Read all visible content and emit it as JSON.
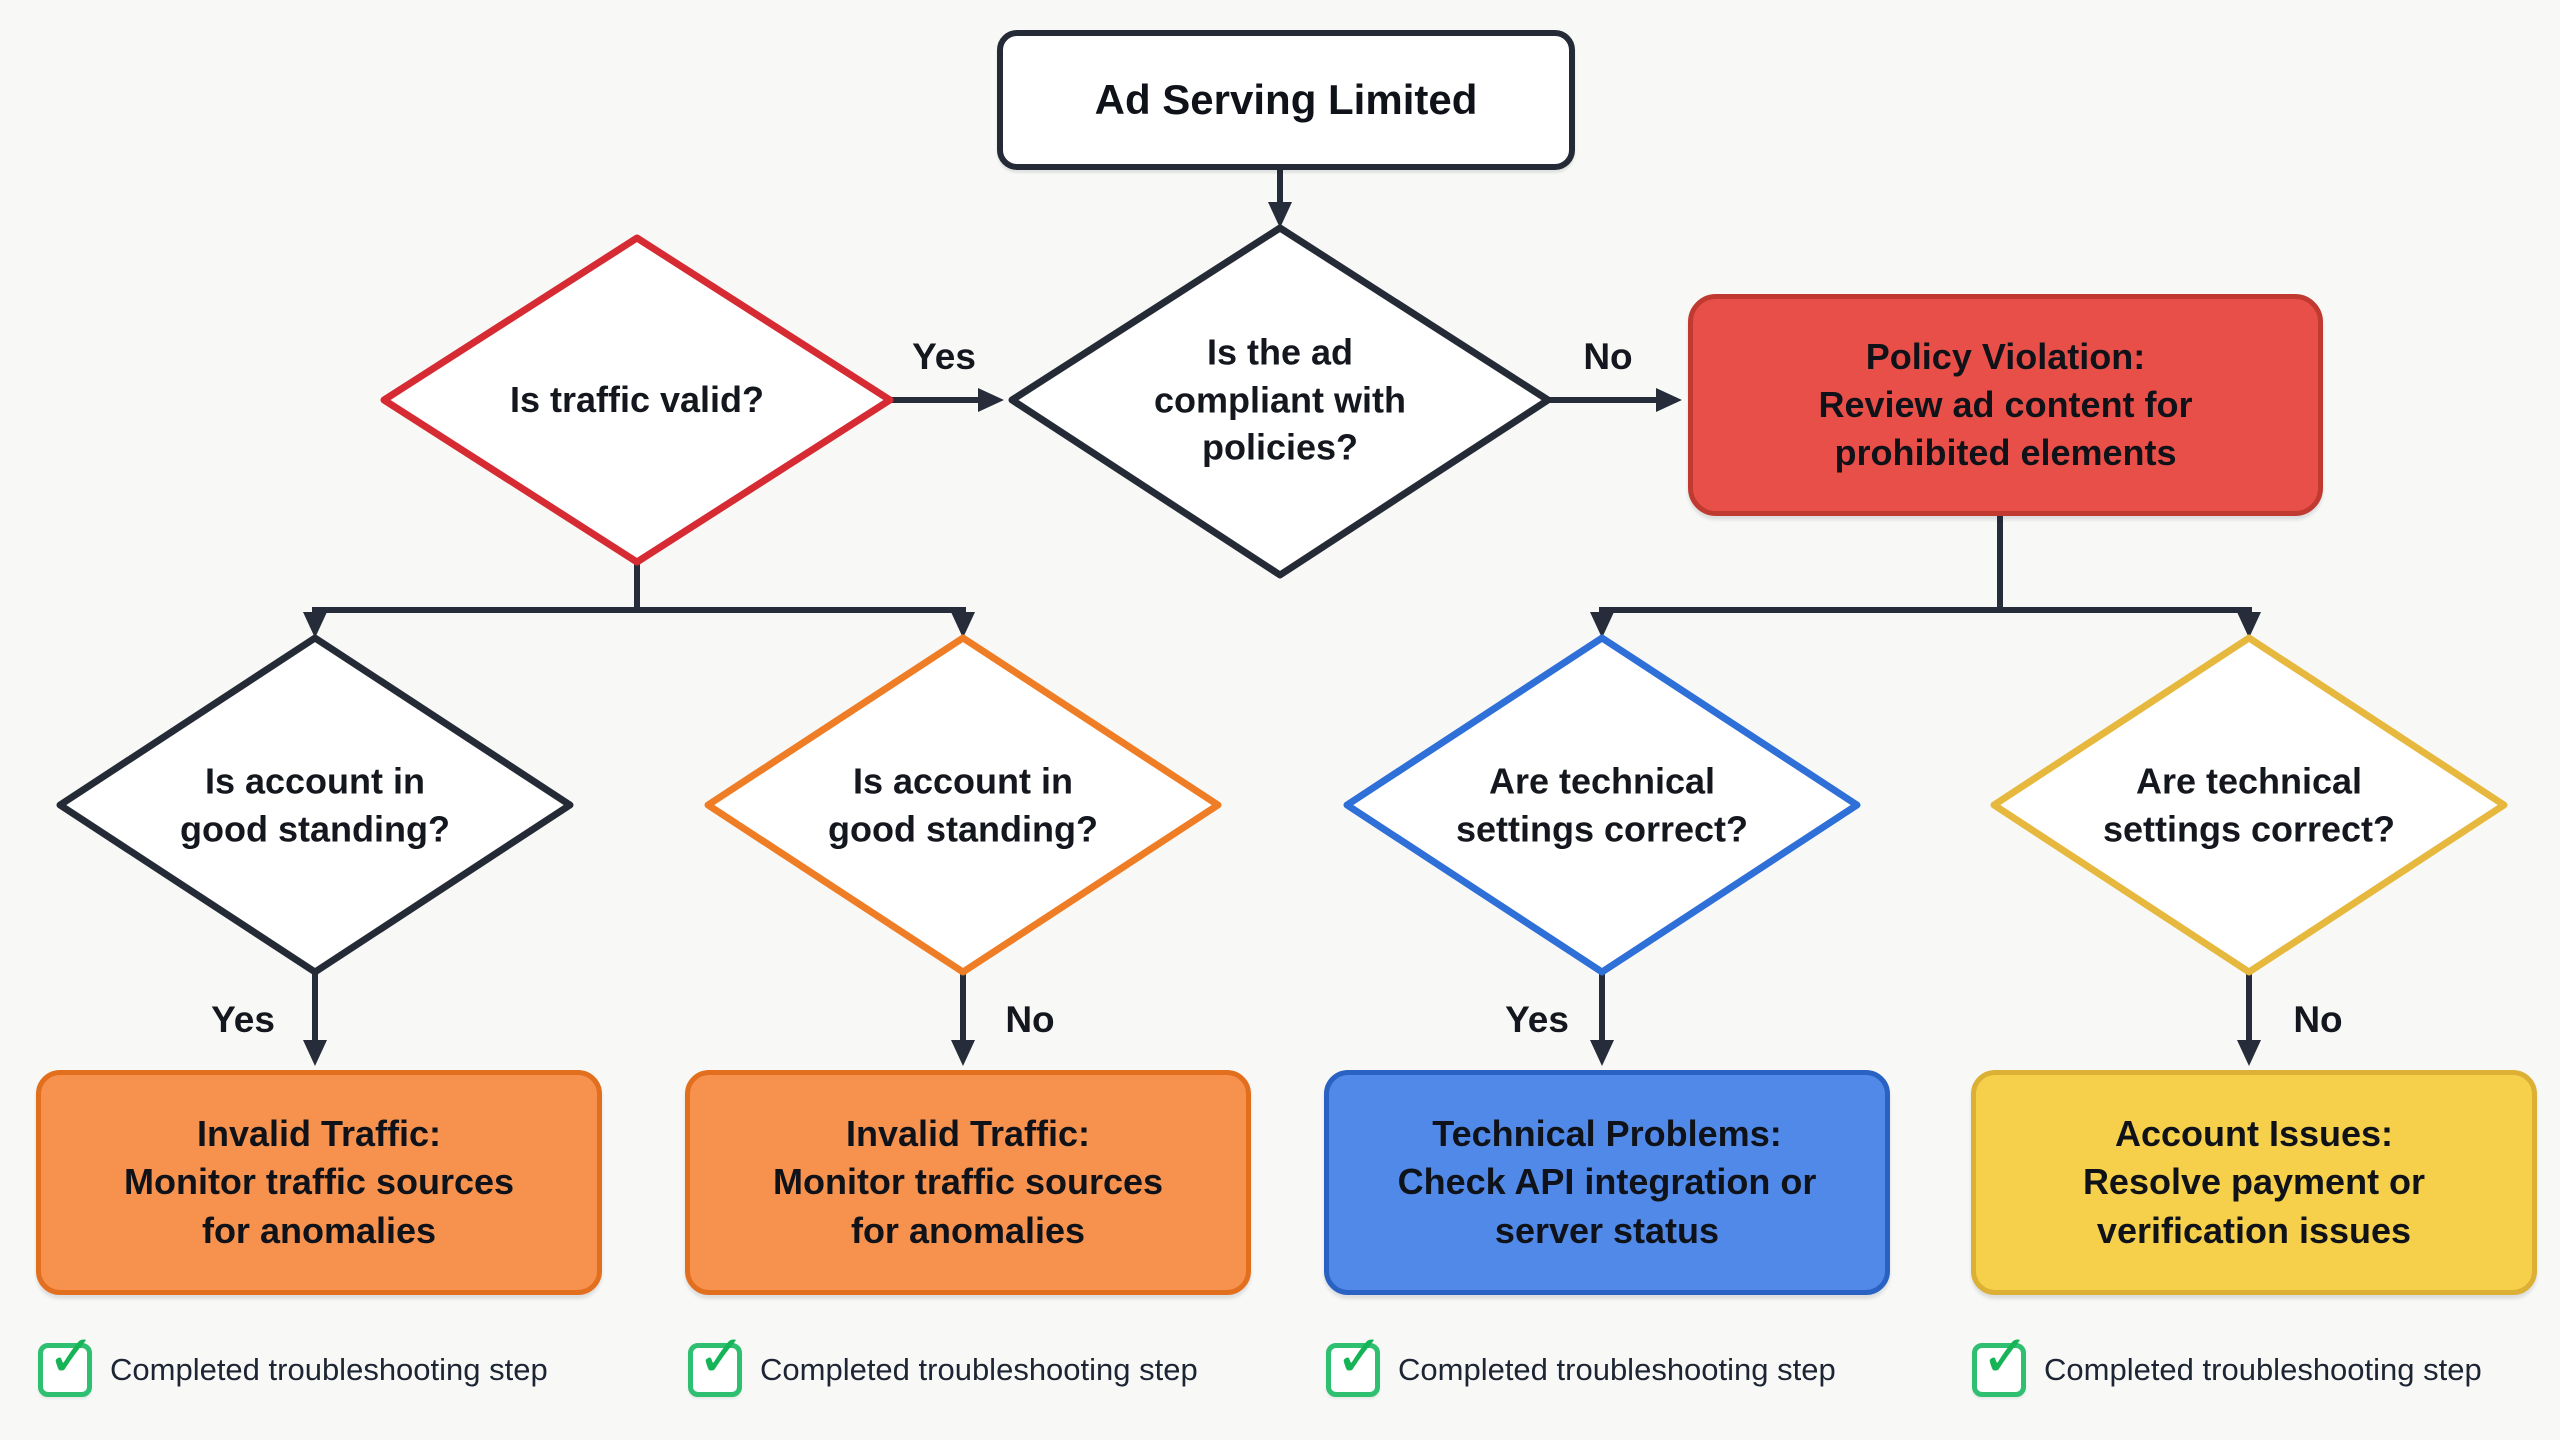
{
  "colors": {
    "background": "#f8f9f7",
    "line": "#262c39",
    "navy_stroke": "#252b36",
    "text_dark": "#0f1218",
    "check_text": "#1d2534",
    "red_stroke": "#d62b33",
    "red_fill": "#e84f48",
    "red_border": "#c03a31",
    "orange_stroke": "#ef7d26",
    "orange_fill": "#f6914e",
    "orange_border": "#e26f1e",
    "blue_stroke": "#2e6fd8",
    "blue_fill": "#5089e8",
    "blue_border": "#2a62c4",
    "yellow_stroke": "#e7b83e",
    "yellow_fill": "#f6d04b",
    "yellow_border": "#dcaf35",
    "green_box": "#2fbf71",
    "green_check": "#17b457"
  },
  "root": {
    "label": "Ad Serving Limited"
  },
  "decisions": {
    "compliant": {
      "label": "Is the ad compliant with policies?"
    },
    "traffic": {
      "label": "Is traffic valid?"
    },
    "standing_left": {
      "label": "Is account in good standing?"
    },
    "standing_right": {
      "label": "Is account in good standing?"
    },
    "technical_left": {
      "label": "Are technical settings correct?"
    },
    "technical_right": {
      "label": "Are technical settings correct?"
    }
  },
  "edge_labels": {
    "traffic_yes": "Yes",
    "compliant_no": "No",
    "standing_left_yes": "Yes",
    "standing_right_no": "No",
    "technical_left_yes": "Yes",
    "technical_right_no": "No"
  },
  "outcomes": {
    "policy": {
      "line1": "Policy Violation:",
      "line2": "Review ad content for",
      "line3": "prohibited elements"
    },
    "invalid_left": {
      "line1": "Invalid Traffic:",
      "line2": "Monitor traffic sources",
      "line3": "for anomalies"
    },
    "invalid_right": {
      "line1": "Invalid Traffic:",
      "line2": "Monitor traffic sources",
      "line3": "for anomalies"
    },
    "technical": {
      "line1": "Technical Problems:",
      "line2": "Check API integration or",
      "line3": "server status"
    },
    "account": {
      "line1": "Account Issues:",
      "line2": "Resolve payment or",
      "line3": "verification issues"
    }
  },
  "checklist": {
    "icon": "✓",
    "label": "Completed troubleshooting step"
  }
}
